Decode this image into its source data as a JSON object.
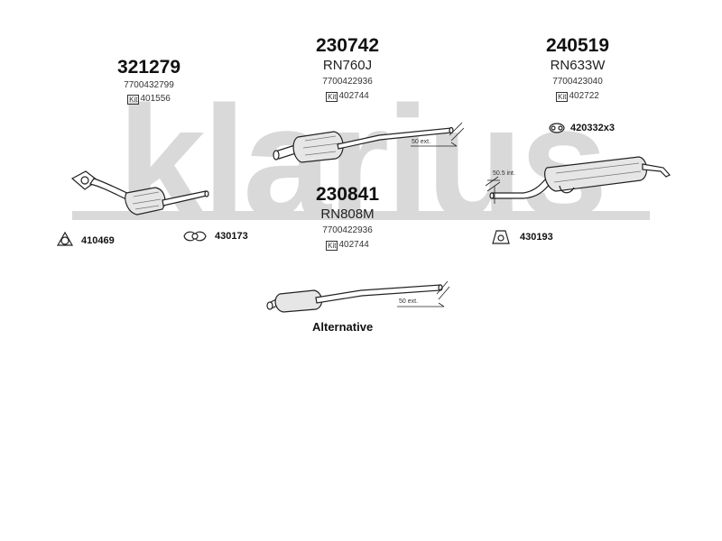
{
  "brand": {
    "watermark": "klarius",
    "color": "#d9d9d9"
  },
  "parts": [
    {
      "part_number": "321279",
      "model": "",
      "oe_number": "7700432799",
      "kit_label": "Kit",
      "kit_number": "401556"
    },
    {
      "part_number": "230742",
      "model": "RN760J",
      "oe_number": "7700422936",
      "kit_label": "Kit",
      "kit_number": "402744"
    },
    {
      "part_number": "240519",
      "model": "RN633W",
      "oe_number": "7700423040",
      "kit_label": "Kit",
      "kit_number": "402722"
    },
    {
      "part_number": "230841",
      "model": "RN808M",
      "oe_number": "7700422936",
      "kit_label": "Kit",
      "kit_number": "402744"
    }
  ],
  "accessories": [
    {
      "icon": "ring-clamp-icon",
      "code": "410469"
    },
    {
      "icon": "flange-gasket-icon",
      "code": "430173"
    },
    {
      "icon": "rubber-mount-icon",
      "code": "430193"
    },
    {
      "icon": "hanger-icon",
      "code": "420332x3"
    }
  ],
  "dimensions": {
    "pipe_230742_ext": "50 ext.",
    "rear_240519_int": "50.5 int.",
    "pipe_230841_ext": "50 ext."
  },
  "alternative_label": "Alternative"
}
